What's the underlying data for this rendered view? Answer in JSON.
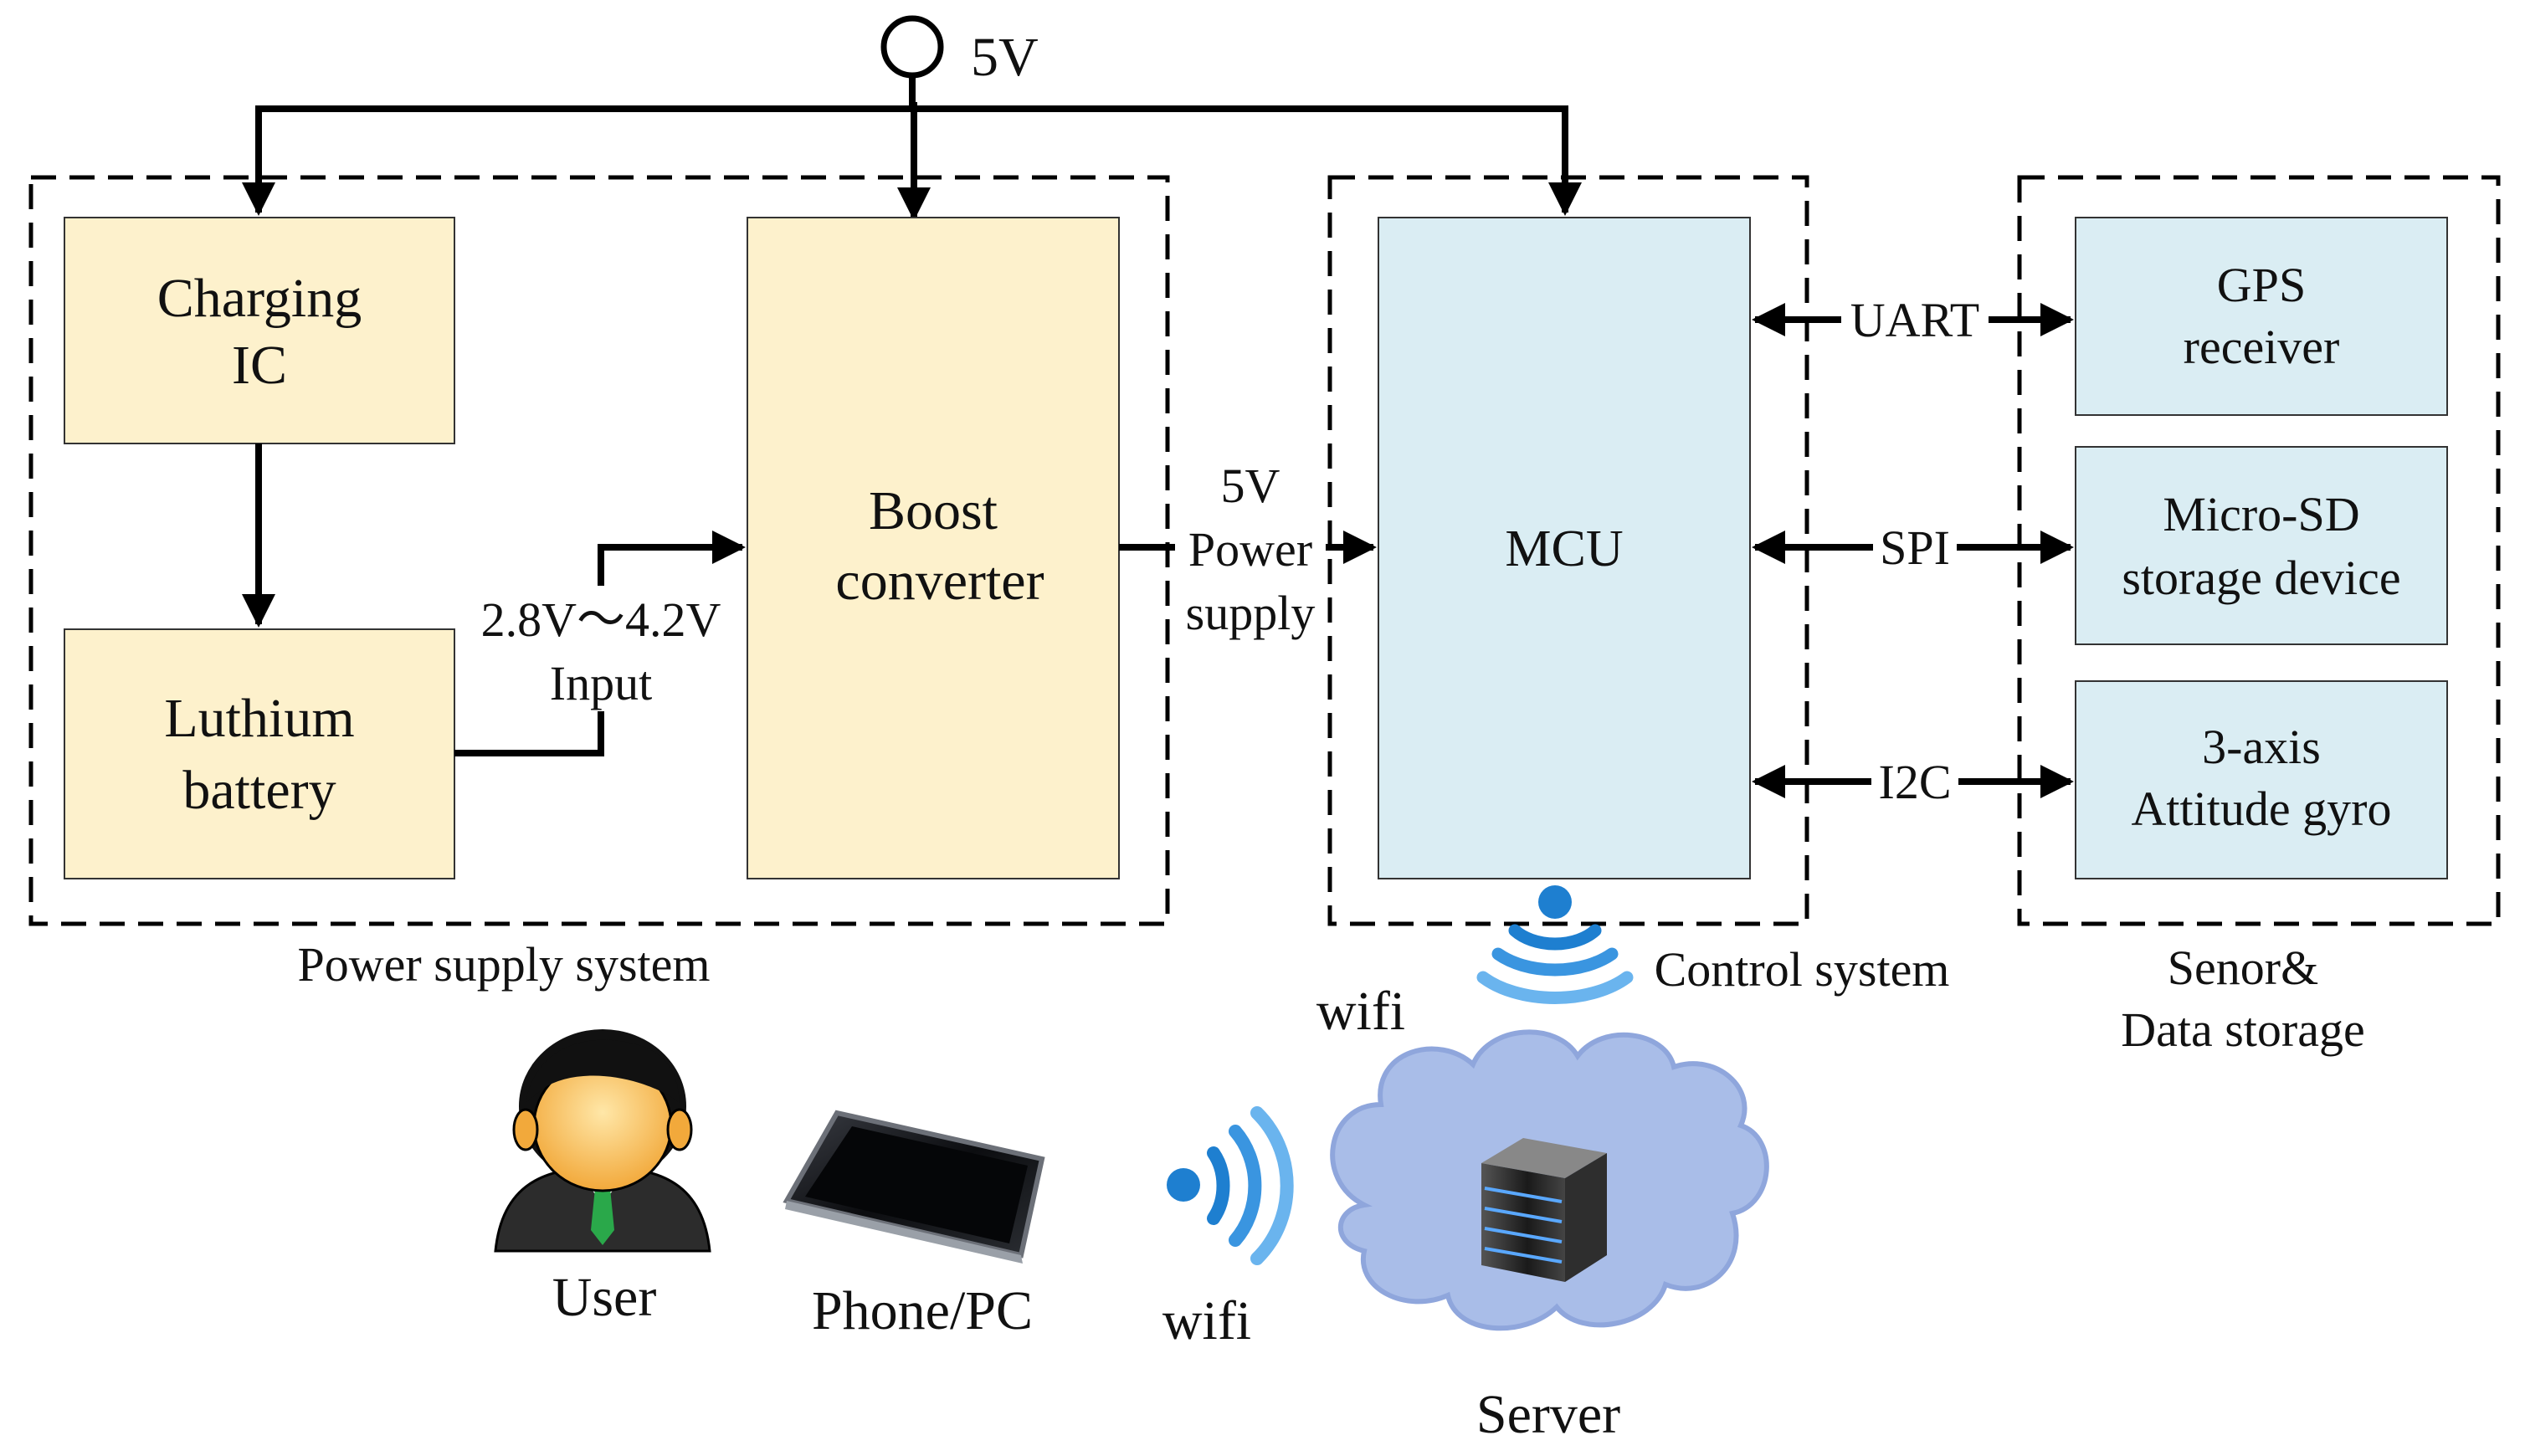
{
  "top_supply": {
    "label": "5V"
  },
  "power_system": {
    "caption": "Power supply system",
    "charging_ic": [
      "Charging",
      "IC"
    ],
    "battery": [
      "Luthium",
      "battery"
    ],
    "boost": [
      "Boost",
      "converter"
    ],
    "input_label": [
      "2.8V～4.2V",
      "Input"
    ],
    "output_label": [
      "5V",
      "Power",
      "supply"
    ]
  },
  "control_system": {
    "caption": "Control system",
    "mcu": "MCU",
    "wifi_label": "wifi"
  },
  "sensor_system": {
    "caption": [
      "Senor&",
      "Data storage"
    ],
    "gps": [
      "GPS",
      "receiver"
    ],
    "sd": [
      "Micro-SD",
      "storage device"
    ],
    "gyro": [
      "3-axis",
      "Attitude gyro"
    ]
  },
  "buses": {
    "uart": "UART",
    "spi": "SPI",
    "i2c": "I2C"
  },
  "network": {
    "user": "User",
    "device": "Phone/PC",
    "wifi": "wifi",
    "server": "Server"
  },
  "colors": {
    "power_block": "#FDF1CC",
    "control_block": "#DAEDF3",
    "cloud": "#A9BDE8",
    "wifi_blue": "#1E7FD0"
  }
}
